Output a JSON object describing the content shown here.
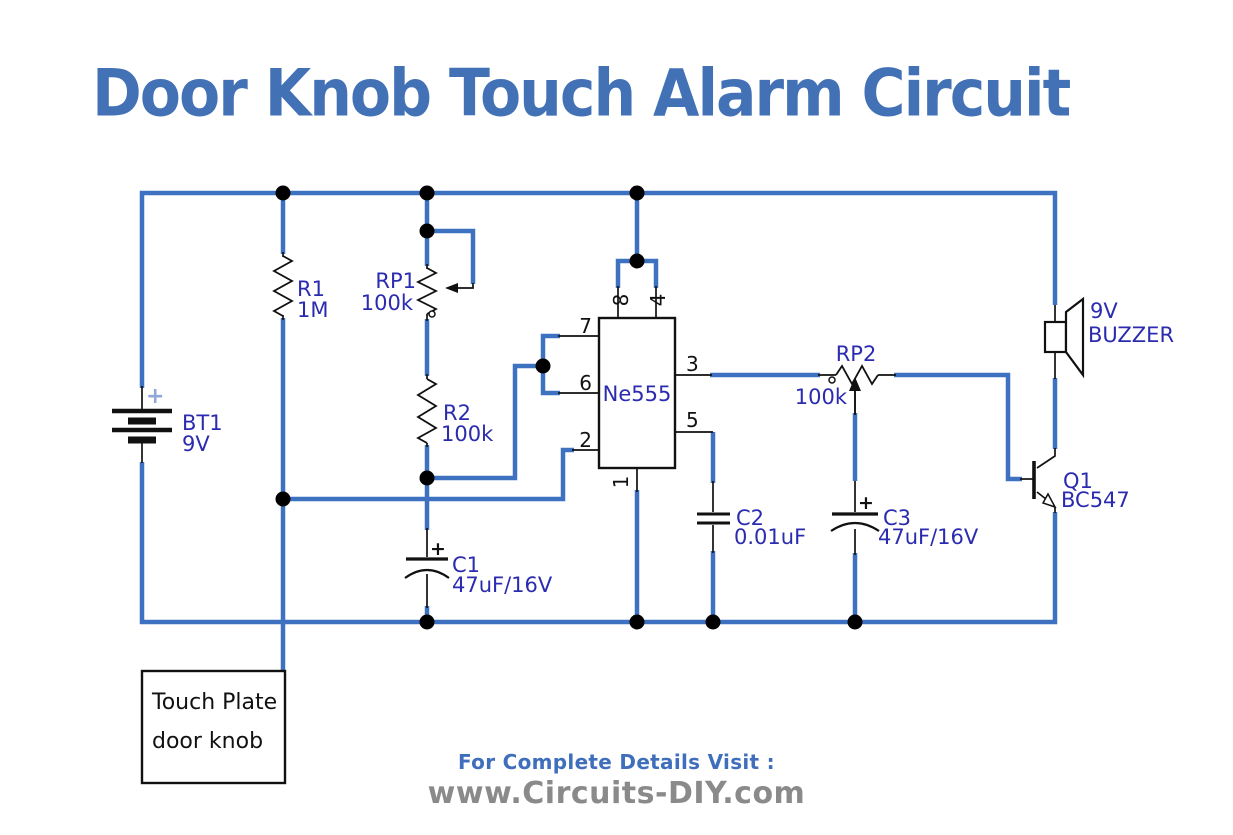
{
  "title": "Door Knob Touch Alarm Circuit",
  "components": {
    "battery": {
      "ref": "BT1",
      "value": "9V",
      "polarity": "+"
    },
    "r1": {
      "ref": "R1",
      "value": "1M"
    },
    "rp1": {
      "ref": "RP1",
      "value": "100k"
    },
    "r2": {
      "ref": "R2",
      "value": "100k"
    },
    "c1": {
      "ref": "C1",
      "value": "47uF/16V",
      "polarity": "+"
    },
    "ic555": {
      "ref": "Ne555",
      "pin1": "1",
      "pin2": "2",
      "pin3": "3",
      "pin4": "4",
      "pin5": "5",
      "pin6": "6",
      "pin7": "7",
      "pin8": "8"
    },
    "c2": {
      "ref": "C2",
      "value": "0.01uF"
    },
    "c3": {
      "ref": "C3",
      "value": "47uF/16V",
      "polarity": "+"
    },
    "rp2": {
      "ref": "RP2",
      "value": "100k"
    },
    "q1": {
      "ref": "Q1",
      "value": "BC547"
    },
    "buzzer": {
      "ref": "9V",
      "value": "BUZZER"
    },
    "touch_plate": {
      "line1": "Touch Plate",
      "line2": "door knob"
    }
  },
  "footer": {
    "line1": "For Complete Details Visit :",
    "line2": "www.Circuits-DIY.com"
  },
  "colors": {
    "wire_blue": "#3E72C1",
    "label_indigo": "#2B2BB0",
    "title_blue": "#4371B6",
    "footer_gray": "#8A8A8A",
    "symbol_black": "#111111",
    "battery_plus_blue": "#8FA8D8"
  }
}
